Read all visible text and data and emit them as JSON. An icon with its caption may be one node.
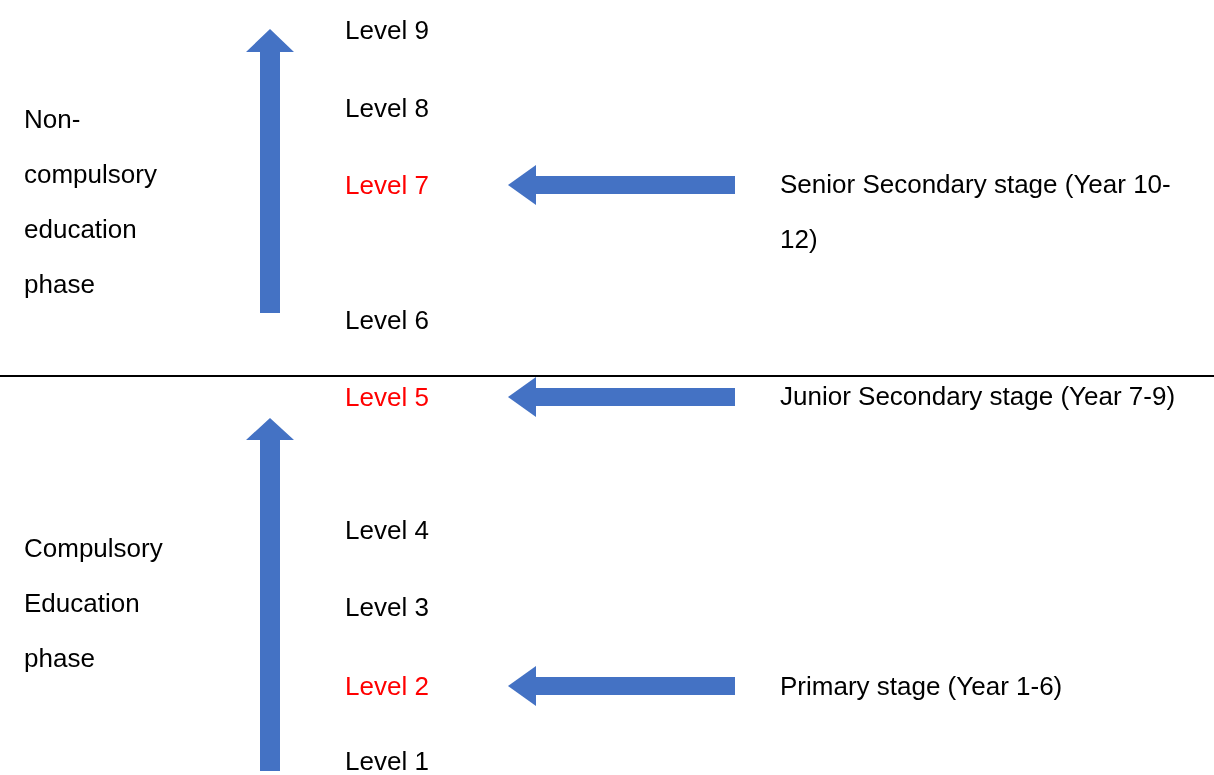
{
  "diagram": {
    "nodes": [
      {
        "text": [
          "Level 9"
        ]
      },
      {
        "text": [
          "Non-compulsory education phase"
        ]
      },
      {
        "text": [
          "Level 8"
        ]
      },
      {
        "text": [
          "Level 7"
        ]
      },
      {
        "text": [
          "Senior Secondary stage (Year 10-12)"
        ]
      },
      {
        "text": [
          "Level 6"
        ]
      },
      {
        "text": [
          "Level 5"
        ]
      },
      {
        "text": [
          "Junior Secondary stage (Year 7-9)"
        ]
      },
      {
        "text": [
          "Level 4"
        ]
      },
      {
        "text": [
          "Compulsory Education phase"
        ]
      },
      {
        "text": [
          "Level 3"
        ]
      },
      {
        "text": [
          "Level 2"
        ]
      },
      {
        "text": [
          "Primary stage (Year 1-6)"
        ]
      },
      {
        "text": [
          "Level 1"
        ]
      }
    ],
    "edges": [
      {
        "from": 4,
        "to": 3,
        "arrow": "to"
      },
      {
        "from": 7,
        "to": 6,
        "arrow": "to"
      },
      {
        "from": 12,
        "to": 11,
        "arrow": "to"
      }
    ]
  }
}
